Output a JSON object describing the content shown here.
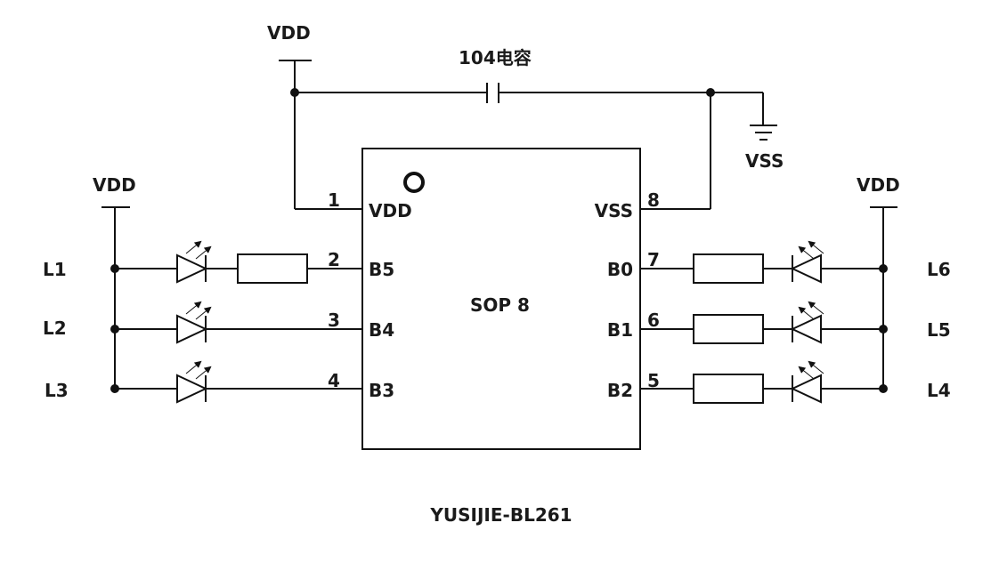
{
  "diagram": {
    "title": "YUSIJIE-BL261",
    "chip": {
      "package_label": "SOP 8",
      "pins": [
        {
          "num": "1",
          "name": "VDD"
        },
        {
          "num": "2",
          "name": "B5"
        },
        {
          "num": "3",
          "name": "B4"
        },
        {
          "num": "4",
          "name": "B3"
        },
        {
          "num": "8",
          "name": "VSS"
        },
        {
          "num": "7",
          "name": "B0"
        },
        {
          "num": "6",
          "name": "B1"
        },
        {
          "num": "5",
          "name": "B2"
        }
      ]
    },
    "capacitor_label": "104电容",
    "power": {
      "vdd_top": "VDD",
      "vdd_left": "VDD",
      "vdd_right": "VDD",
      "vss": "VSS"
    },
    "led_labels": {
      "L1": "L1",
      "L2": "L2",
      "L3": "L3",
      "L4": "L4",
      "L5": "L5",
      "L6": "L6"
    }
  }
}
